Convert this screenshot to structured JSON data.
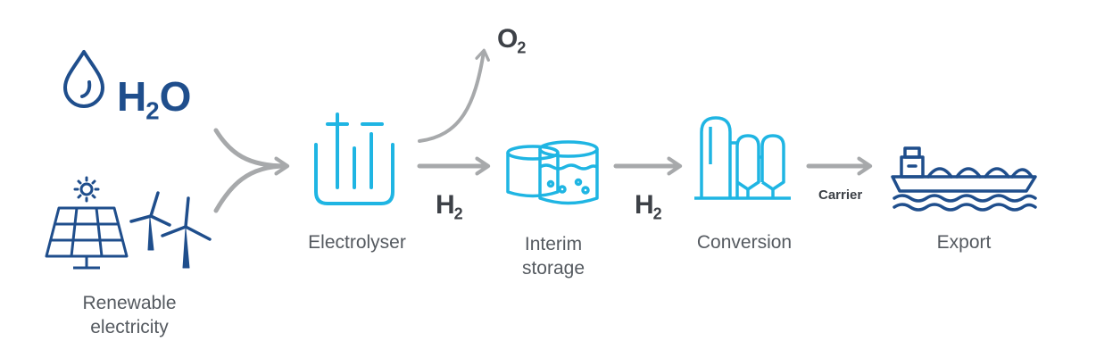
{
  "colors": {
    "dark_blue": "#1f4e8c",
    "cyan": "#1fb5e3",
    "arrow_gray": "#a7a9ab",
    "text_gray": "#555a60",
    "formula_dark": "#3d4147"
  },
  "inputs": {
    "water": {
      "icon": "water-drop-icon",
      "formula_main": "H",
      "formula_sub": "2",
      "formula_tail": "O"
    },
    "renewable": {
      "icons": [
        "sun-icon",
        "solar-panel-icon",
        "wind-turbine-icon"
      ],
      "label_line1": "Renewable",
      "label_line2": "electricity"
    }
  },
  "byproduct": {
    "formula_main": "O",
    "formula_sub": "2"
  },
  "stages": [
    {
      "id": "electrolyser",
      "icon": "electrolyser-icon",
      "label_line1": "Electrolyser",
      "label_line2": ""
    },
    {
      "id": "interim-storage",
      "icon": "storage-tank-icon",
      "label_line1": "Interim",
      "label_line2": "storage"
    },
    {
      "id": "conversion",
      "icon": "conversion-plant-icon",
      "label_line1": "Conversion",
      "label_line2": ""
    },
    {
      "id": "export",
      "icon": "ship-icon",
      "label_line1": "Export",
      "label_line2": ""
    }
  ],
  "flow_labels": {
    "h2_first": {
      "main": "H",
      "sub": "2"
    },
    "h2_second": {
      "main": "H",
      "sub": "2"
    },
    "carrier": "Carrier"
  }
}
